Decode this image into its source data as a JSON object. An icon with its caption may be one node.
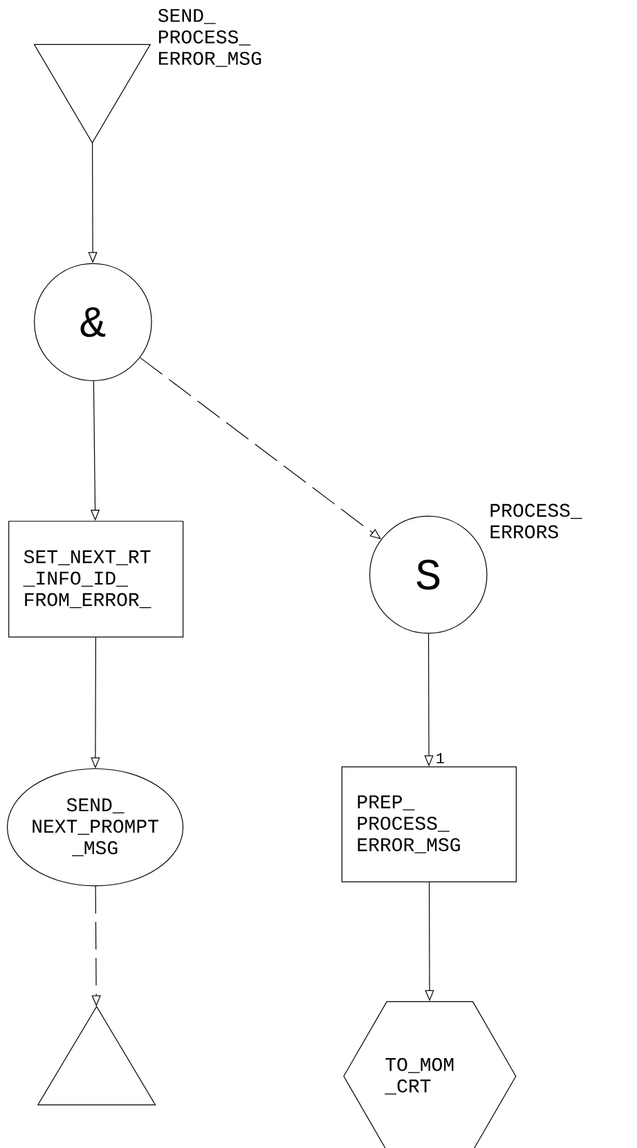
{
  "diagram": {
    "nodes": [
      {
        "text": [],
        "shape": "triangle",
        "beside": [
          "SEND_ PROCESS_ ERROR_MSG"
        ]
      },
      {
        "text": [
          "&"
        ]
      },
      {
        "text": [
          "SET_NEXT_RT _INFO_ID_ FROM_ERROR_"
        ]
      },
      {
        "text": [
          "S"
        ],
        "beside": [
          "PROCESS_ ERRORS"
        ]
      },
      {
        "text": [
          "SEND_ NEXT_PROMPT _MSG"
        ]
      },
      {
        "text": [],
        "shape": "triangle"
      },
      {
        "text": [
          "PREP_ PROCESS_ ERROR_MSG"
        ]
      },
      {
        "text": [
          "TO_MOM _CRT"
        ]
      }
    ],
    "edges": [
      {
        "from": 0,
        "to": 1,
        "arrow": "to"
      },
      {
        "from": 1,
        "to": 2,
        "arrow": "to"
      },
      {
        "from": 1,
        "to": 3,
        "arrow": "to",
        "style": "dashed"
      },
      {
        "from": 2,
        "to": 4,
        "arrow": "to"
      },
      {
        "from": 4,
        "to": 5,
        "arrow": "to",
        "style": "dashed"
      },
      {
        "from": 3,
        "to": 6,
        "arrow": "to",
        "label": "1"
      },
      {
        "from": 6,
        "to": 7,
        "arrow": "to"
      }
    ]
  }
}
